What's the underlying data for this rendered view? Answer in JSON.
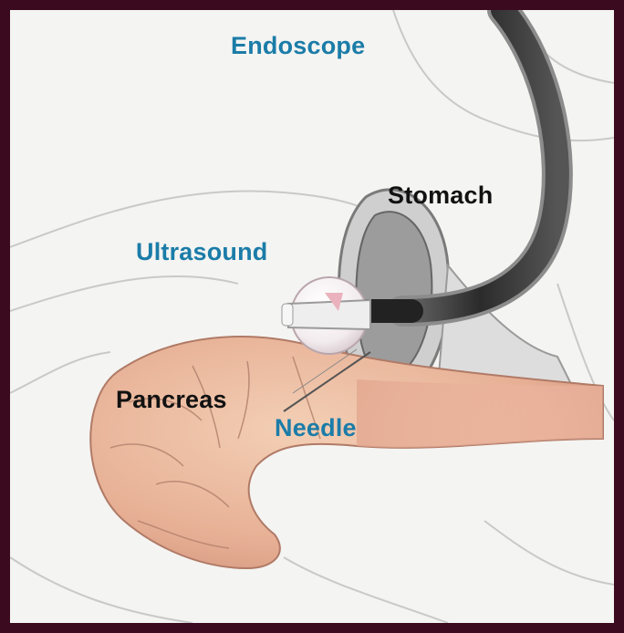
{
  "labels": {
    "endoscope": "Endoscope",
    "stomach": "Stomach",
    "ultrasound": "Ultrasound",
    "pancreas": "Pancreas",
    "needle": "Needle"
  },
  "colors": {
    "frame": "#3b0a1e",
    "blue_label": "#1b7ca8",
    "dark_label": "#111111",
    "pancreas": "#e8b49a",
    "endoscope": "#3a3a3a",
    "stomach": "#d9d9d9"
  }
}
